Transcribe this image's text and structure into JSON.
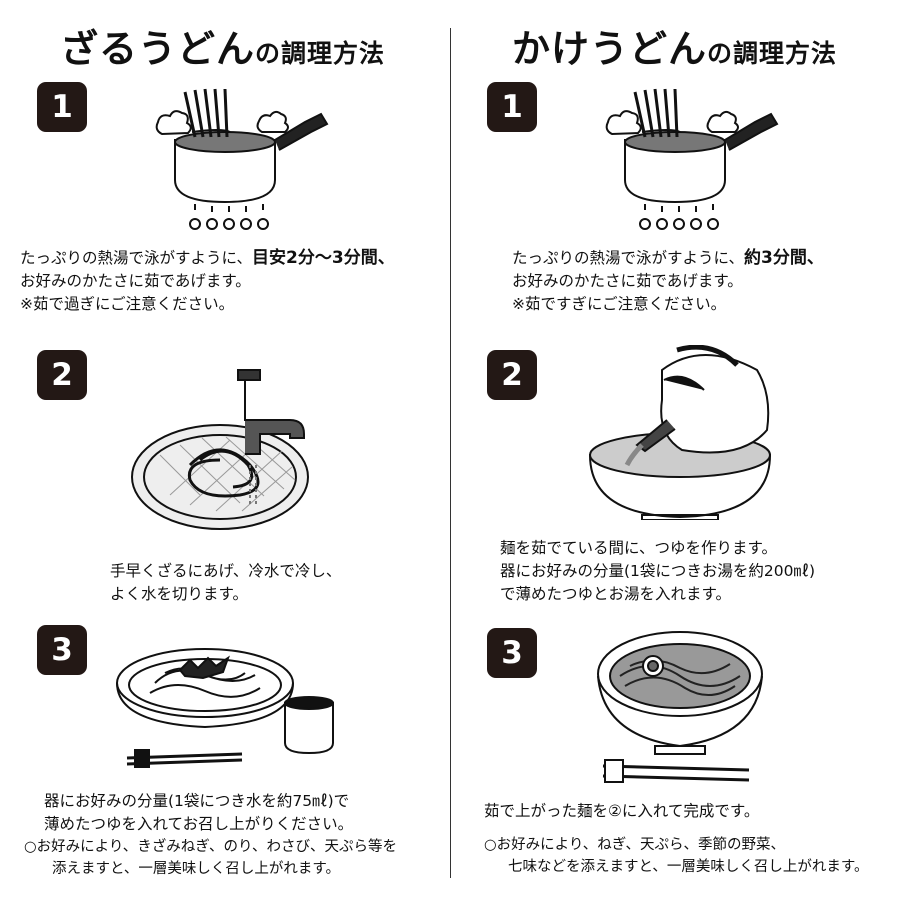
{
  "zaru": {
    "title_main": "ざるうどん",
    "title_suffix": "の調理方法",
    "steps": [
      {
        "number": "1",
        "lines": [
          {
            "pre": "たっぷりの熱湯で泳がすように、",
            "bold": "目安2分〜3分間、"
          },
          {
            "pre": "お好みのかたさに茹であげます。"
          },
          {
            "pre": "※茹で過ぎにご注意ください。"
          }
        ]
      },
      {
        "number": "2",
        "lines": [
          {
            "pre": "手早くざるにあげ、冷水で冷し、"
          },
          {
            "pre": "よく水を切ります。"
          }
        ]
      },
      {
        "number": "3",
        "lines": [
          {
            "pre": "器にお好みの分量(1袋につき水を約75㎖)で"
          },
          {
            "pre": "薄めたつゆを入れてお召し上がりください。"
          }
        ]
      }
    ],
    "note": [
      "○お好みにより、きざみねぎ、のり、わさび、天ぷら等を",
      "添えますと、一層美味しく召し上がれます。"
    ]
  },
  "kake": {
    "title_main": "かけうどん",
    "title_suffix": "の調理方法",
    "steps": [
      {
        "number": "1",
        "lines": [
          {
            "pre": "たっぷりの熱湯で泳がすように、",
            "bold": "約3分間、"
          },
          {
            "pre": "お好みのかたさに茹であげます。"
          },
          {
            "pre": "※茹ですぎにご注意ください。"
          }
        ]
      },
      {
        "number": "2",
        "lines": [
          {
            "pre": "麺を茹でている間に、つゆを作ります。"
          },
          {
            "pre": "器にお好みの分量(1袋につきお湯を約200㎖)"
          },
          {
            "pre": "で薄めたつゆとお湯を入れます。"
          }
        ]
      },
      {
        "number": "3",
        "lines": [
          {
            "pre": "茹で上がった麺を②に入れて完成です。"
          }
        ]
      }
    ],
    "note": [
      "○お好みにより、ねぎ、天ぷら、季節の野菜、",
      "七味などを添えますと、一層美味しく召し上がれます。"
    ]
  },
  "illustrations": {
    "zaru": [
      "boiling-pot-icon",
      "colander-faucet-icon",
      "zaru-udon-plate-icon"
    ],
    "kake": [
      "boiling-pot-icon",
      "kettle-pouring-icon",
      "kake-udon-bowl-icon"
    ]
  },
  "colors": {
    "badge": "#231815",
    "ink": "#111111",
    "background": "#ffffff"
  }
}
